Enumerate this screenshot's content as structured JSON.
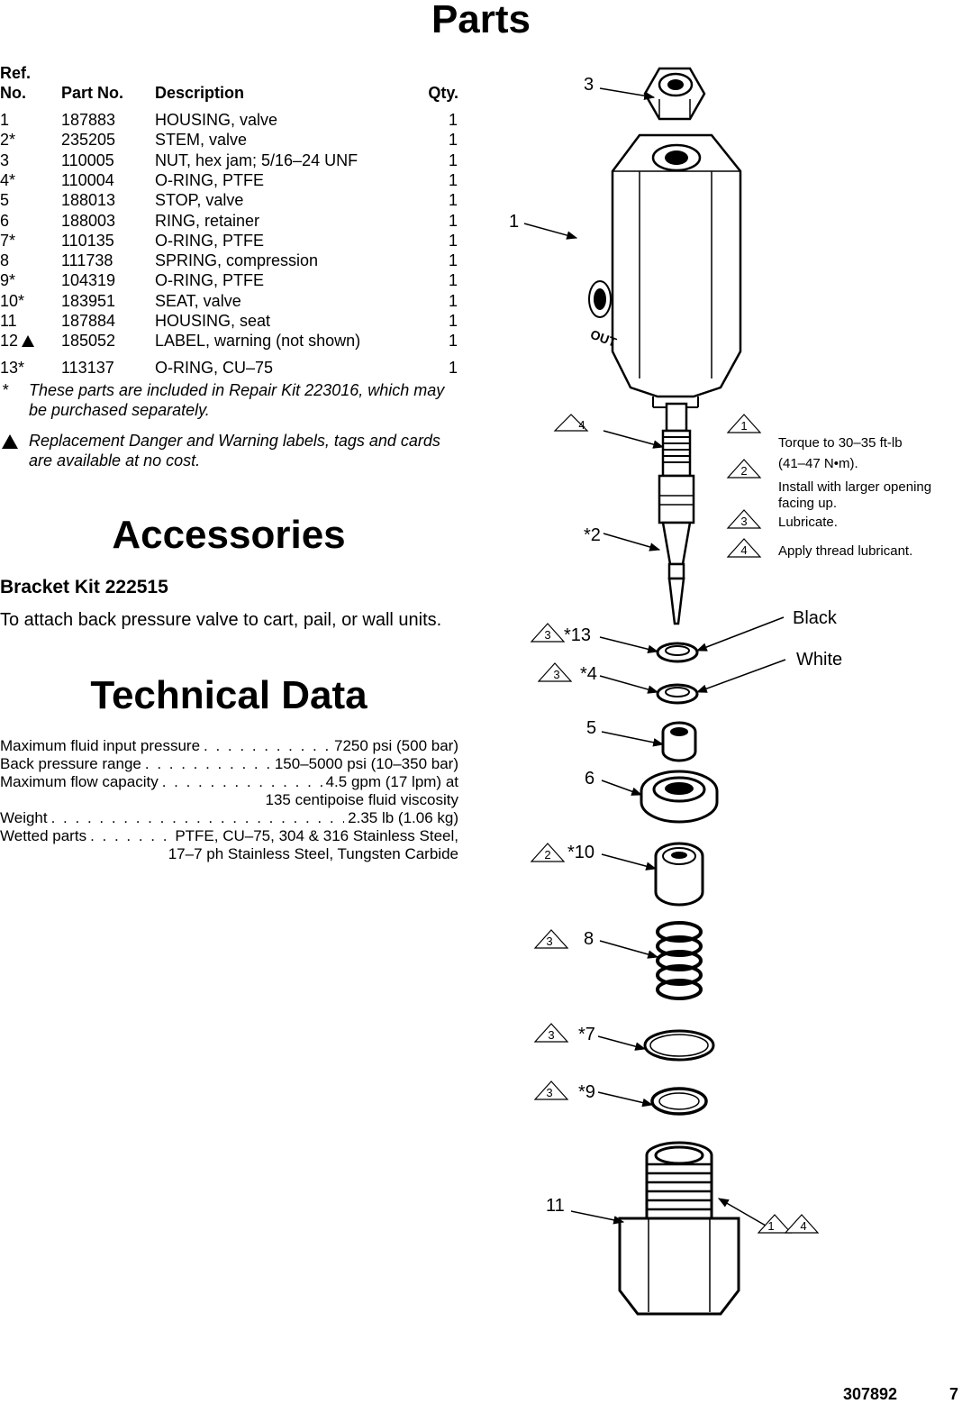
{
  "parts_title": "Parts",
  "table": {
    "headers": {
      "ref_top": "Ref.",
      "ref": "No.",
      "part": "Part No.",
      "desc": "Description",
      "qty": "Qty."
    },
    "rows": [
      {
        "ref": "1",
        "part": "187883",
        "desc": "HOUSING, valve",
        "qty": "1"
      },
      {
        "ref": "2*",
        "part": "235205",
        "desc": "STEM, valve",
        "qty": "1"
      },
      {
        "ref": "3",
        "part": "110005",
        "desc": "NUT, hex jam; 5/16–24 UNF",
        "qty": "1"
      },
      {
        "ref": "4*",
        "part": "110004",
        "desc": "O-RING, PTFE",
        "qty": "1"
      },
      {
        "ref": "5",
        "part": "188013",
        "desc": "STOP, valve",
        "qty": "1"
      },
      {
        "ref": "6",
        "part": "188003",
        "desc": "RING, retainer",
        "qty": "1"
      },
      {
        "ref": "7*",
        "part": "110135",
        "desc": "O-RING, PTFE",
        "qty": "1"
      },
      {
        "ref": "8",
        "part": "111738",
        "desc": "SPRING, compression",
        "qty": "1"
      },
      {
        "ref": "9*",
        "part": "104319",
        "desc": "O-RING, PTFE",
        "qty": "1"
      },
      {
        "ref": "10*",
        "part": "183951",
        "desc": "SEAT, valve",
        "qty": "1"
      },
      {
        "ref": "11",
        "part": "187884",
        "desc": "HOUSING, seat",
        "qty": "1"
      },
      {
        "ref": "12",
        "part": "185052",
        "desc": "LABEL, warning (not shown)",
        "qty": "1"
      },
      {
        "ref": "13*",
        "part": "113137",
        "desc": "O-RING, CU–75",
        "qty": "1"
      }
    ],
    "footnote_star_mark": "*",
    "footnote_star": "These parts are included in Repair Kit 223016, which may be purchased separately.",
    "footnote_triangle": "Replacement Danger and Warning labels, tags and cards are available at no cost."
  },
  "accessories": {
    "title": "Accessories",
    "kit_title": "Bracket Kit 222515",
    "kit_desc": "To attach back pressure valve to cart, pail, or wall units."
  },
  "technical": {
    "title": "Technical Data",
    "rows": [
      {
        "label": "Maximum fluid input pressure",
        "value": "7250 psi (500 bar)"
      },
      {
        "label": "Back pressure range",
        "value": "150–5000 psi (10–350 bar)"
      },
      {
        "label": "Maximum flow capacity",
        "value": "4.5 gpm (17 lpm) at"
      },
      {
        "label": "",
        "value": "135 centipoise fluid viscosity"
      },
      {
        "label": "Weight",
        "value": "2.35 lb (1.06 kg)"
      },
      {
        "label": "Wetted parts",
        "value": "PTFE, CU–75, 304 & 316 Stainless Steel,"
      },
      {
        "label": "",
        "value": "17–7 ph Stainless Steel, Tungsten Carbide"
      }
    ]
  },
  "diagram": {
    "labels": {
      "l3": "3",
      "l1": "1",
      "l2": "*2",
      "l13": "*13",
      "l4": "*4",
      "l5": "5",
      "l6": "6",
      "l10": "*10",
      "l8": "8",
      "l7": "*7",
      "l9": "*9",
      "l11": "11",
      "black": "Black",
      "white": "White",
      "out": "OUT"
    },
    "tri_nums": {
      "t4": "4",
      "t3a": "3",
      "t3b": "3",
      "t2": "2",
      "t3c": "3",
      "t3d": "3",
      "t3e": "3",
      "t1": "1",
      "t4b": "4"
    },
    "notes": [
      {
        "num": "1",
        "text": "Torque to 30–35 ft-lb"
      },
      {
        "num": "",
        "text": "(41–47 N•m)."
      },
      {
        "num": "2",
        "text": "Install with larger opening"
      },
      {
        "num": "",
        "text": "facing up."
      },
      {
        "num": "3",
        "text": "Lubricate."
      },
      {
        "num": "4",
        "text": "Apply thread lubricant."
      }
    ]
  },
  "footer": {
    "doc_no": "307892",
    "page": "7"
  }
}
